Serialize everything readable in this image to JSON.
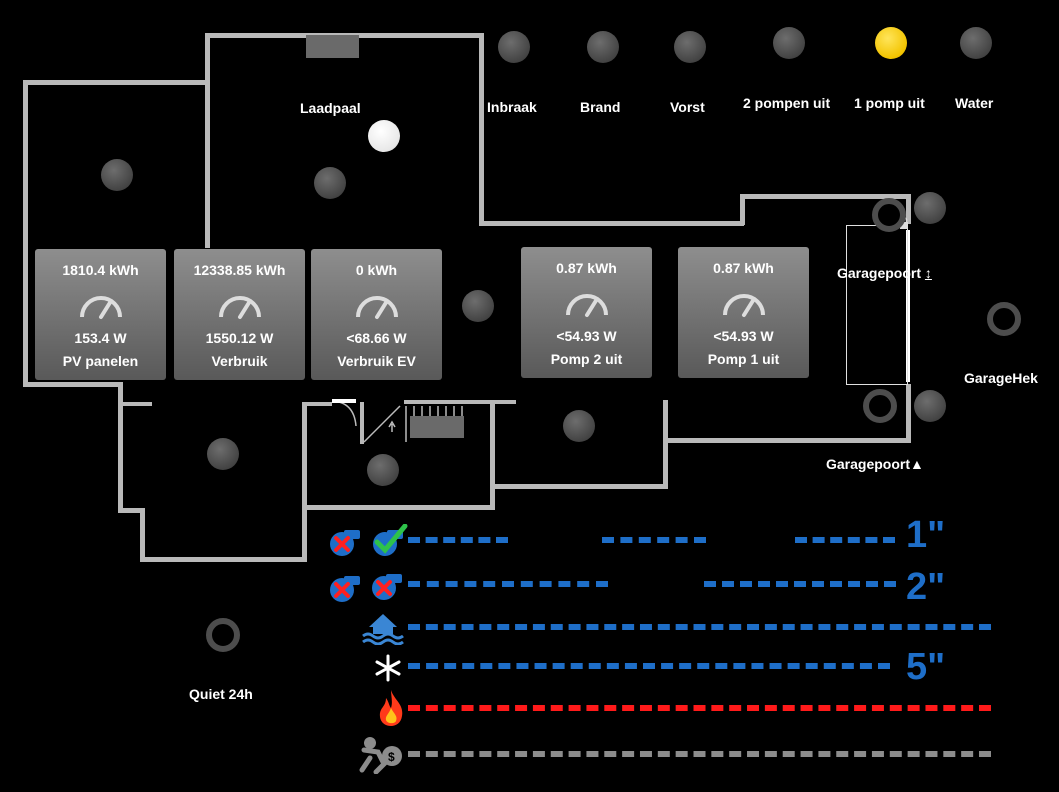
{
  "labels": {
    "laadpaal": "Laadpaal",
    "inbraak": "Inbraak",
    "brand": "Brand",
    "vorst": "Vorst",
    "pompen_uit_2": "2 pompen uit",
    "pomp_uit_1": "1 pomp uit",
    "water": "Water",
    "garagepoort": "Garagepoort",
    "garagepoort_arrow": "↕",
    "garagehek": "GarageHek",
    "garagepoort2": "Garagepoort▲",
    "quiet": "Quiet 24h"
  },
  "tiles": [
    {
      "energy": "1810.4 kWh",
      "power": "153.4 W",
      "name": "PV panelen"
    },
    {
      "energy": "12338.85 kWh",
      "power": "1550.12 W",
      "name": "Verbruik"
    },
    {
      "energy": "0 kWh",
      "power": "<68.66 W",
      "name": "Verbruik EV"
    },
    {
      "energy": "0.87 kWh",
      "power": "<54.93 W",
      "name": "Pomp 2 uit"
    },
    {
      "energy": "0.87 kWh",
      "power": "<54.93 W",
      "name": "Pomp 1 uit"
    }
  ],
  "timeline": {
    "marker_1": "1\"",
    "marker_2": "2\"",
    "marker_5": "5\""
  },
  "status": {
    "one_pomp_uit_active": true,
    "laadpaal_on": true
  },
  "colors": {
    "dash_blue": "#1e6ec8",
    "dash_red": "#ff1a1a",
    "dash_gray": "#8c8c8c",
    "lamp_yellow": "#f3c400"
  }
}
